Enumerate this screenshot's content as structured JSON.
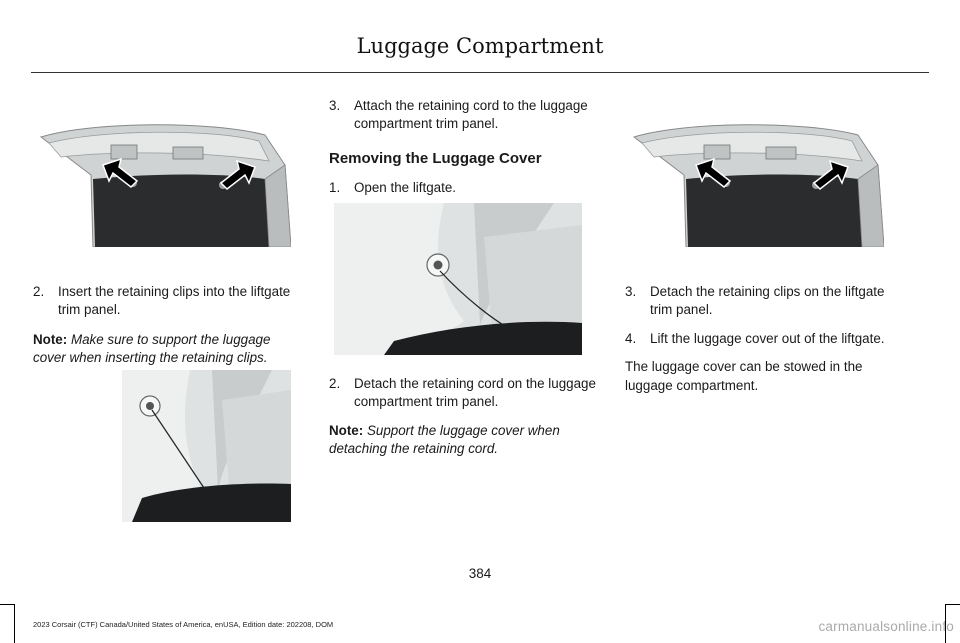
{
  "header": {
    "title": "Luggage Compartment"
  },
  "left_column": {
    "step2": {
      "num": "2.",
      "text": "Insert the retaining clips into the liftgate trim panel."
    },
    "note": {
      "label": "Note:",
      "text": "Make sure to support the luggage cover when inserting the retaining clips."
    }
  },
  "middle_column": {
    "step3": {
      "num": "3.",
      "text": "Attach the retaining cord to the luggage compartment trim panel."
    },
    "heading": "Removing the Luggage Cover",
    "step1": {
      "num": "1.",
      "text": "Open the liftgate."
    },
    "step2": {
      "num": "2.",
      "text": "Detach the retaining cord on the luggage compartment trim panel."
    },
    "note": {
      "label": "Note:",
      "text": "Support the luggage cover when detaching the retaining cord."
    }
  },
  "right_column": {
    "step3": {
      "num": "3.",
      "text": "Detach the retaining clips on the liftgate trim panel."
    },
    "step4": {
      "num": "4.",
      "text": "Lift the luggage cover out of the liftgate."
    },
    "para": "The luggage cover can be stowed in the luggage compartment."
  },
  "footer": {
    "page_number": "384",
    "edition": "2023 Corsair (CTF) Canada/United States of America, enUSA, Edition date: 202208, DOM",
    "watermark": "carmanualsonline.info"
  }
}
